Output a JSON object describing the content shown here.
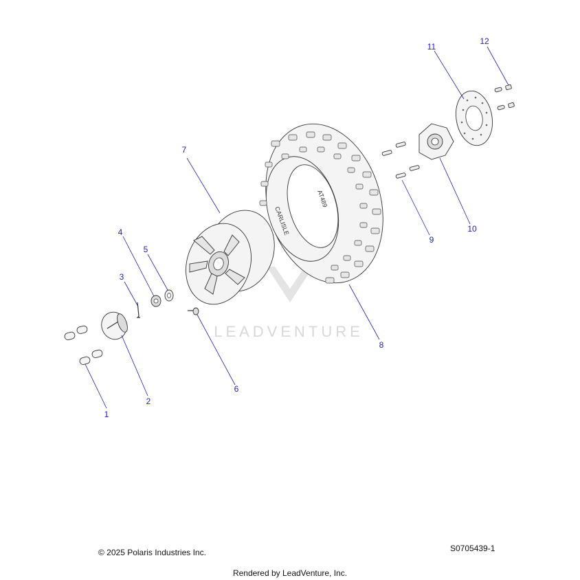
{
  "watermark": "LEADVENTURE",
  "tire_text": {
    "model": "AT489",
    "brand": "CARLISLE"
  },
  "callouts": [
    "1",
    "2",
    "3",
    "4",
    "5",
    "6",
    "7",
    "8",
    "9",
    "10",
    "11",
    "12"
  ],
  "footer": {
    "copyright": "© 2025 Polaris Industries Inc.",
    "diagram_id": "S0705439-1",
    "rendered_by": "Rendered by LeadVenture, Inc."
  },
  "colors": {
    "callout": "#1f1fb4",
    "line": "#333333",
    "watermark": "#d8d8d8"
  }
}
